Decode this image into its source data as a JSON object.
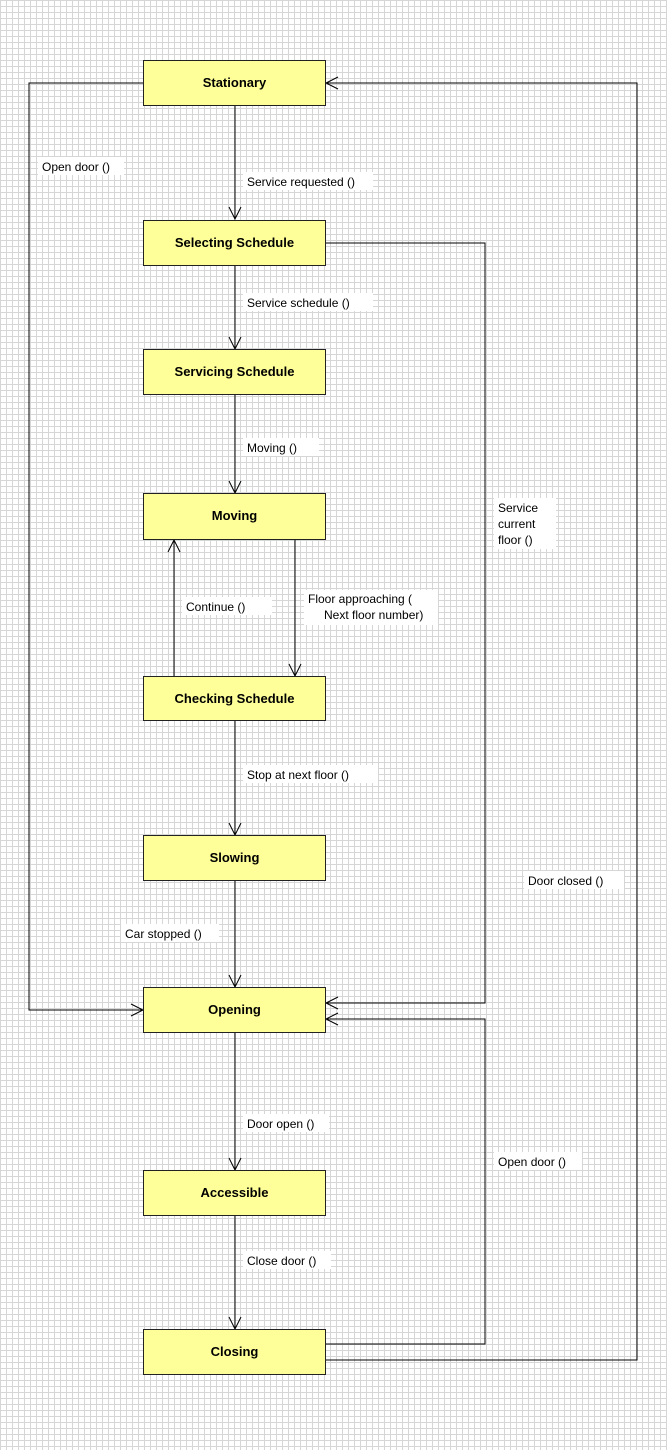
{
  "states": {
    "stationary": "Stationary",
    "selecting_schedule": "Selecting Schedule",
    "servicing_schedule": "Servicing Schedule",
    "moving": "Moving",
    "checking_schedule": "Checking Schedule",
    "slowing": "Slowing",
    "opening": "Opening",
    "accessible": "Accessible",
    "closing": "Closing"
  },
  "transitions": {
    "service_requested": "Service requested  ()",
    "service_schedule": "Service schedule  ()",
    "moving": "Moving  ()",
    "floor_approaching": [
      "Floor approaching  (",
      "Next floor number)"
    ],
    "continue": "Continue  ()",
    "stop_at_next_floor": "Stop at next floor  ()",
    "car_stopped": "Car stopped  ()",
    "open_door_left": "Open door  ()",
    "service_current_floor": [
      "Service",
      "current",
      "floor  ()"
    ],
    "door_open": "Door open  ()",
    "close_door": "Close door  ()",
    "open_door_right": "Open door  ()",
    "door_closed": "Door closed  ()"
  }
}
